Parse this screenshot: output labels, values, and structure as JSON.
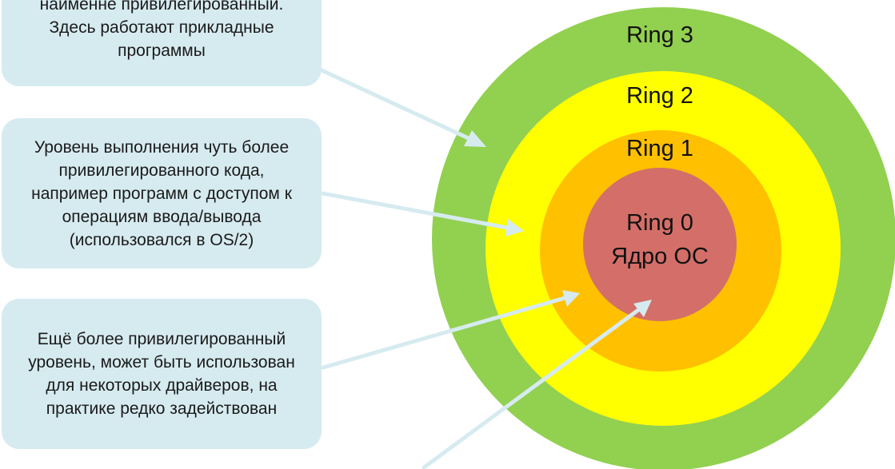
{
  "notes": [
    {
      "lines": [
        "наименне привилегированный.",
        "Здесь работают прикладные",
        "программы"
      ]
    },
    {
      "lines": [
        "Уровень выполнения чуть более",
        "привилегированного кода,",
        "например программ с доступом к",
        "операциям ввода/вывода",
        "(использовался в OS/2)"
      ]
    },
    {
      "lines": [
        "Ещё более привилегированный",
        "уровень, может быть использован",
        "для некоторых драйверов, на",
        "практике редко задействован"
      ]
    }
  ],
  "rings": [
    {
      "label": "Ring 3",
      "color": "#92d050"
    },
    {
      "label": "Ring 2",
      "color": "#ffff00"
    },
    {
      "label": "Ring 1",
      "color": "#ffc000"
    },
    {
      "label": "Ring 0",
      "sublabel": "Ядро ОС",
      "color": "#d36f68"
    }
  ],
  "colors": {
    "note_background": "#d6ebf0",
    "arrow": "#d6ebf0"
  }
}
